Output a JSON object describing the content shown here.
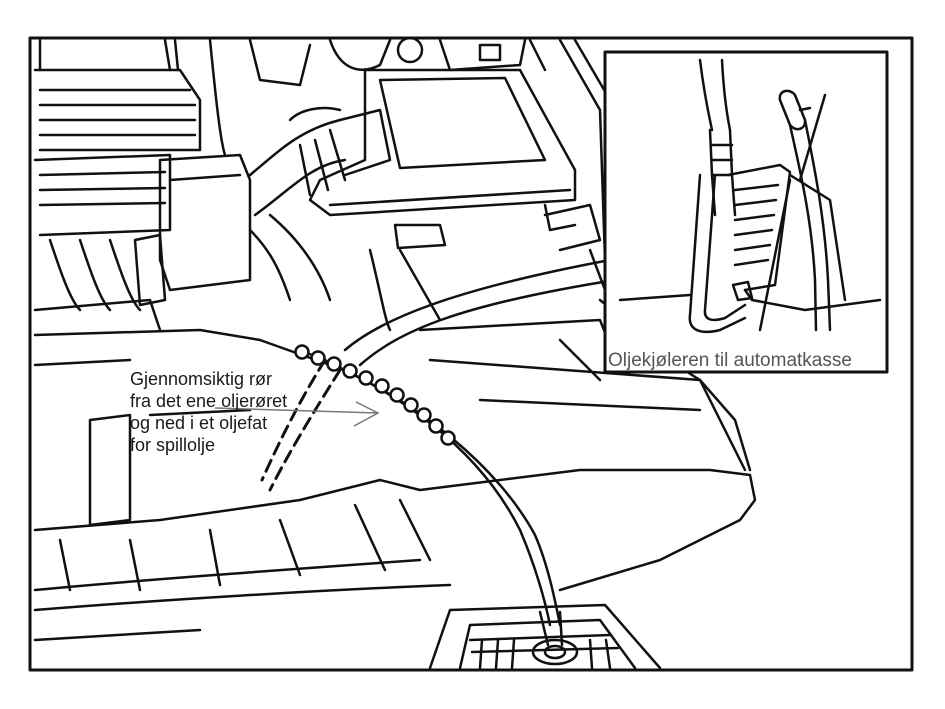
{
  "labels": {
    "tube_lines": [
      "Gjennomsiktig rør",
      "fra det ene oljerøret",
      "og ned i et oljefat",
      "for spillolje"
    ],
    "inset_caption": "Oljekjøleren til automatkasse"
  },
  "colors": {
    "line": "#111111",
    "background": "#ffffff",
    "arrow": "#777777"
  }
}
